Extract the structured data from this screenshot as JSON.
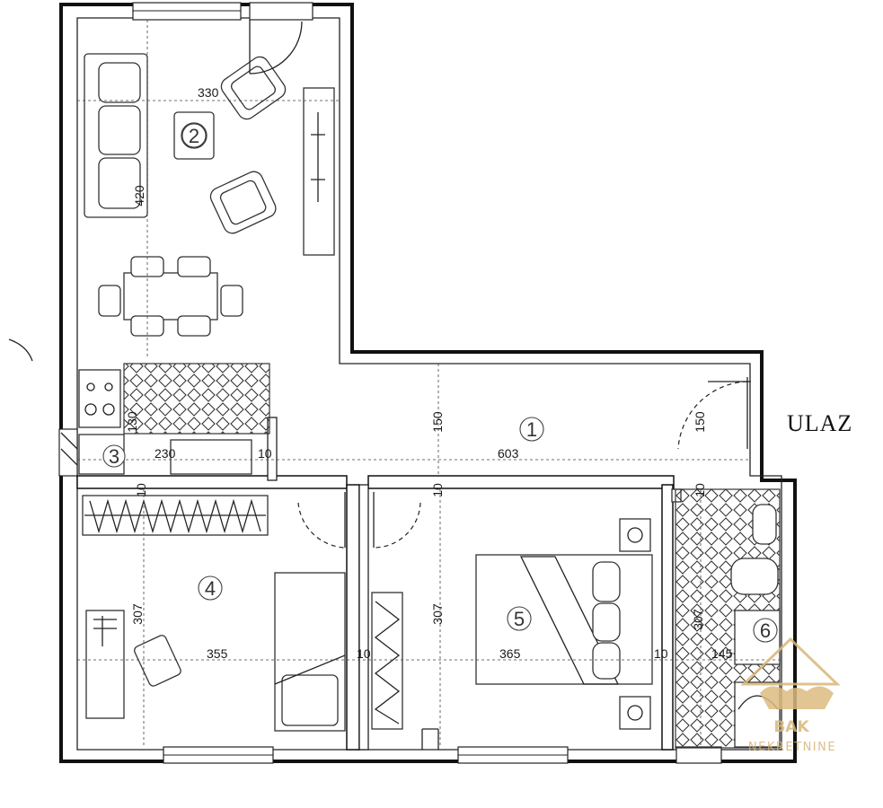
{
  "entrance_label": "ULAZ",
  "rooms": {
    "r1": "1",
    "r2": "2",
    "r3": "3",
    "r4": "4",
    "r5": "5",
    "r6": "6"
  },
  "dimensions": {
    "living_width": "330",
    "living_depth": "420",
    "kitchen_depth": "130",
    "kitchen_width": "230",
    "kitchen_wall": "10",
    "hall_depth": "150",
    "hall_width": "603",
    "entry_depth": "150",
    "bed4_wall_top": "10",
    "bed4_depth": "307",
    "bed4_width": "355",
    "bed4_wall_right": "10",
    "bed5_wall_top": "10",
    "bed5_depth": "307",
    "bed5_width": "365",
    "bed5_wall_right": "10",
    "bath_wall_top": "10",
    "bath_depth": "307",
    "bath_width": "145"
  },
  "watermark": {
    "brand": "BAK",
    "subtitle": "NEKRETNINE"
  },
  "colors": {
    "lines": "#111111",
    "watermark": "#d6b374"
  }
}
